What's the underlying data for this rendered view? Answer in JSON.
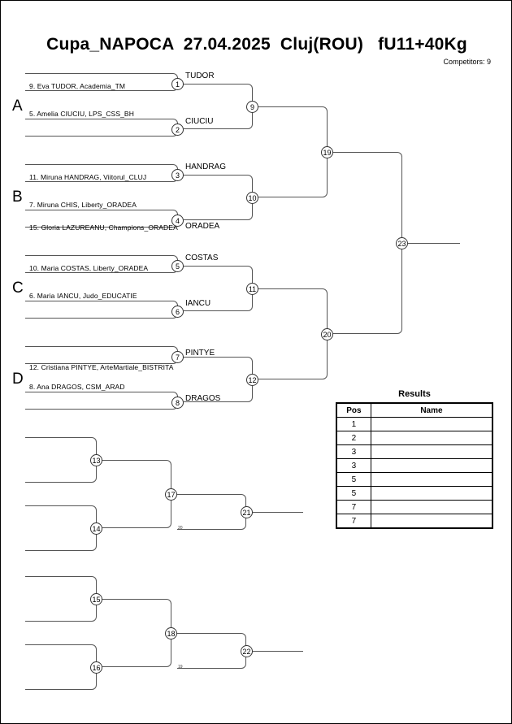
{
  "header": {
    "title": "Cupa_NAPOCA  27.04.2025  Cluj(ROU)   fU11+40Kg",
    "competitors": "Competitors: 9"
  },
  "pools": [
    {
      "letter": "A"
    },
    {
      "letter": "B"
    },
    {
      "letter": "C"
    },
    {
      "letter": "D"
    }
  ],
  "entries": [
    {
      "id": "a1",
      "text": "9. Eva TUDOR, Academia_TM"
    },
    {
      "id": "a2",
      "text": "5. Amelia CIUCIU, LPS_CSS_BH"
    },
    {
      "id": "b1",
      "text": "11. Miruna HANDRAG, Viitorul_CLUJ"
    },
    {
      "id": "b2",
      "text": "7. Miruna CHIS, Liberty_ORADEA"
    },
    {
      "id": "b3",
      "text": "15. Gloria LAZUREANU, Champions_ORADEA"
    },
    {
      "id": "c1",
      "text": "10. Maria COSTAS, Liberty_ORADEA"
    },
    {
      "id": "c2",
      "text": "6. Maria IANCU, Judo_EDUCATIE"
    },
    {
      "id": "d1",
      "text": "12. Cristiana PINTYE, ArteMartiale_BISTRITA"
    },
    {
      "id": "d2",
      "text": "8. Ana DRAGOS, CSM_ARAD"
    }
  ],
  "winners": [
    {
      "id": "w1",
      "text": "TUDOR"
    },
    {
      "id": "w2",
      "text": "CIUCIU"
    },
    {
      "id": "w3",
      "text": "HANDRAG"
    },
    {
      "id": "w4",
      "text": "ORADEA"
    },
    {
      "id": "w5",
      "text": "COSTAS"
    },
    {
      "id": "w6",
      "text": "IANCU"
    },
    {
      "id": "w7",
      "text": "PINTYE"
    },
    {
      "id": "w8",
      "text": "DRAGOS"
    }
  ],
  "matches": {
    "m1": "1",
    "m2": "2",
    "m3": "3",
    "m4": "4",
    "m5": "5",
    "m6": "6",
    "m7": "7",
    "m8": "8",
    "m9": "9",
    "m10": "10",
    "m11": "11",
    "m12": "12",
    "m13": "13",
    "m14": "14",
    "m15": "15",
    "m16": "16",
    "m17": "17",
    "m18": "18",
    "m19": "19",
    "m20": "20",
    "m21": "21",
    "m22": "22",
    "m23": "23"
  },
  "small_labels": {
    "rep1": "20",
    "rep2": "19"
  },
  "results": {
    "title": "Results",
    "columns": [
      "Pos",
      "Name"
    ],
    "rows": [
      {
        "pos": "1",
        "name": ""
      },
      {
        "pos": "2",
        "name": ""
      },
      {
        "pos": "3",
        "name": ""
      },
      {
        "pos": "3",
        "name": ""
      },
      {
        "pos": "5",
        "name": ""
      },
      {
        "pos": "5",
        "name": ""
      },
      {
        "pos": "7",
        "name": ""
      },
      {
        "pos": "7",
        "name": ""
      }
    ]
  },
  "colors": {
    "line": "#555555",
    "text": "#000000",
    "border": "#000000"
  }
}
